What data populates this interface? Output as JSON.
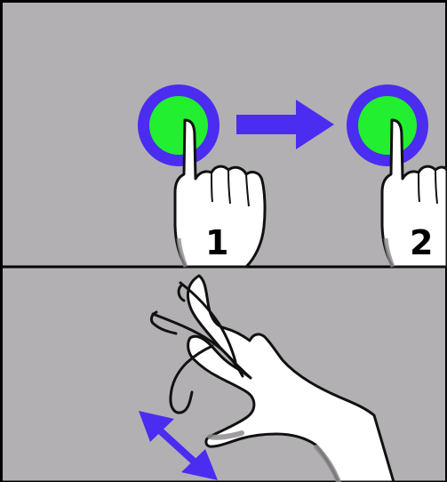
{
  "figure": {
    "panels": [
      {
        "name": "tap-and-move",
        "steps": [
          {
            "label": "1"
          },
          {
            "label": "2"
          }
        ]
      },
      {
        "name": "pinch-gesture"
      }
    ],
    "colors": {
      "panel_background": "#b3b0b3",
      "panel_border": "#000000",
      "ring": "#4b2cf1",
      "center": "#22ef2f",
      "arrow": "#4b2cf1",
      "hand_fill": "#ffffff",
      "hand_outline": "#111111",
      "hand_shadow": "#8f8c8f"
    }
  }
}
